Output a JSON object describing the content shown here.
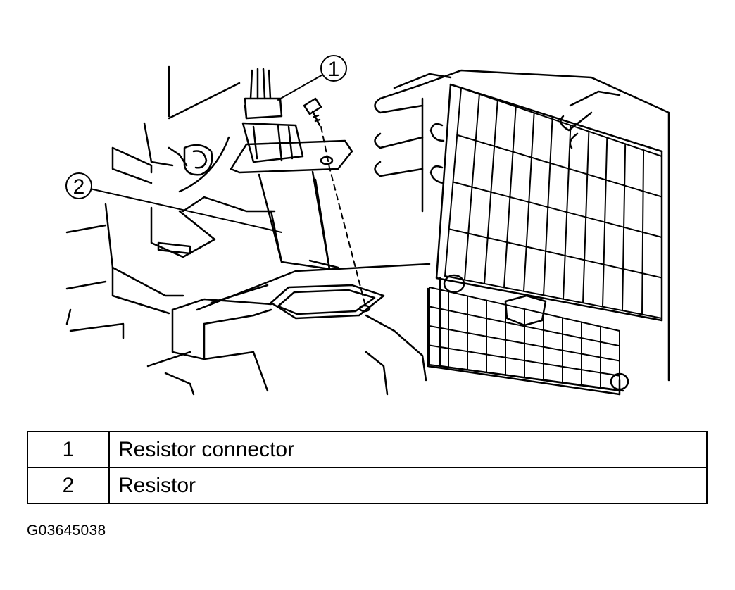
{
  "callouts": [
    {
      "number": "1",
      "label": "Resistor connector"
    },
    {
      "number": "2",
      "label": "Resistor"
    }
  ],
  "figure_id": "G03645038"
}
